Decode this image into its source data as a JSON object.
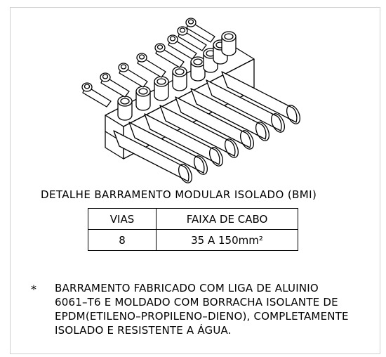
{
  "detail": {
    "title": "DETALHE BARRAMENTO MODULAR ISOLADO (BMI)"
  },
  "table": {
    "headers": [
      "VIAS",
      "FAIXA DE CABO"
    ],
    "rows": [
      [
        "8",
        "35 A 150mm²"
      ]
    ]
  },
  "note": {
    "bullet": "*",
    "lines": [
      "BARRAMENTO FABRICADO COM LIGA DE ALUINIO",
      "6061–T6 E MOLDADO COM BORRACHA ISOLANTE DE",
      "EPDM(ETILENO–PROPILENO–DIENO), COMPLETAMENTE",
      "ISOLADO E RESISTENTE A ÁGUA."
    ]
  }
}
